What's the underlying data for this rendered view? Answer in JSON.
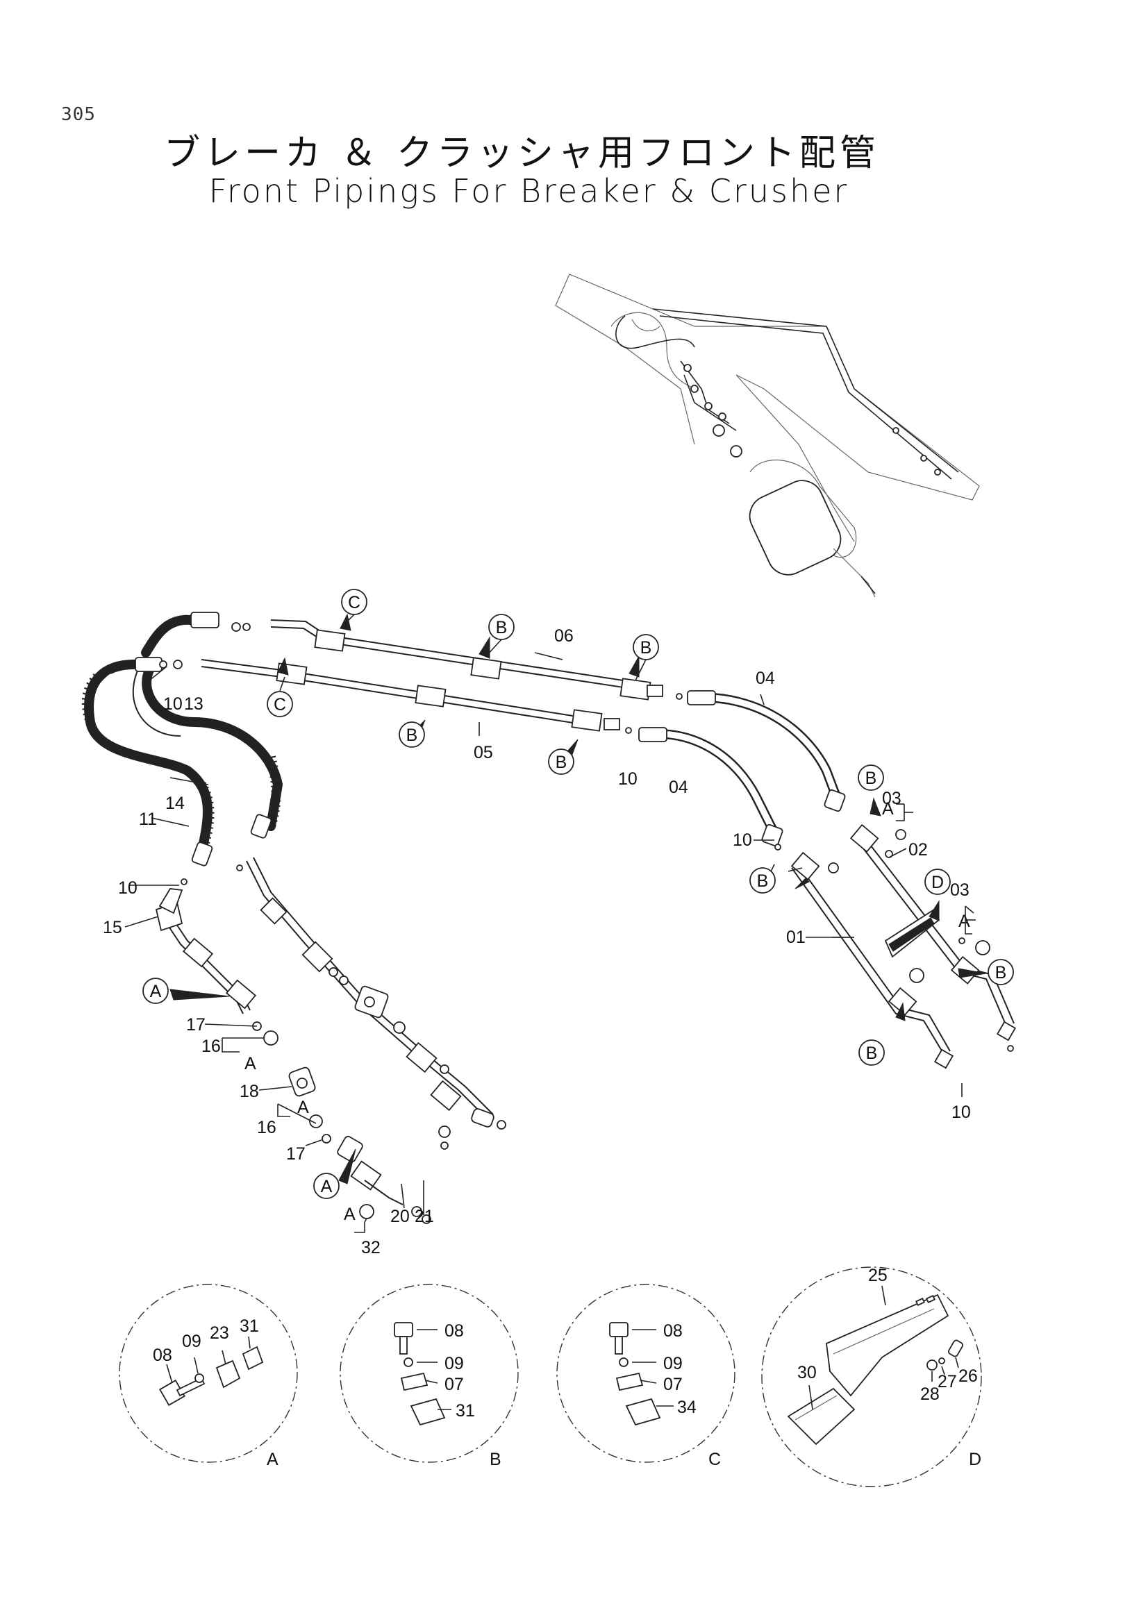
{
  "page": {
    "number": "305",
    "title_ja": "ブレーカ ＆ クラッシャ用フロント配管",
    "title_en": "Front Pipings For Breaker & Crusher"
  },
  "detail_views": [
    {
      "id": "A",
      "parts": [
        "08",
        "09",
        "23",
        "31"
      ]
    },
    {
      "id": "B",
      "parts": [
        "08",
        "09",
        "07",
        "31"
      ]
    },
    {
      "id": "C",
      "parts": [
        "08",
        "09",
        "07",
        "34"
      ]
    },
    {
      "id": "D",
      "parts": [
        "25",
        "30",
        "28",
        "27",
        "26"
      ]
    }
  ],
  "callouts": {
    "A": "A",
    "B": "B",
    "C": "C",
    "D": "D"
  },
  "labels": {
    "p01": "01",
    "p02": "02",
    "p03": "03",
    "p04": "04",
    "p05": "05",
    "p06": "06",
    "p07": "07",
    "p08": "08",
    "p09": "09",
    "p10": "10",
    "p11": "11",
    "p13": "13",
    "p14": "14",
    "p15": "15",
    "p16": "16",
    "p17": "17",
    "p18": "18",
    "p20": "20",
    "p21": "21",
    "p23": "23",
    "p25": "25",
    "p26": "26",
    "p27": "27",
    "p28": "28",
    "p30": "30",
    "p31": "31",
    "p32": "32",
    "p34": "34"
  }
}
